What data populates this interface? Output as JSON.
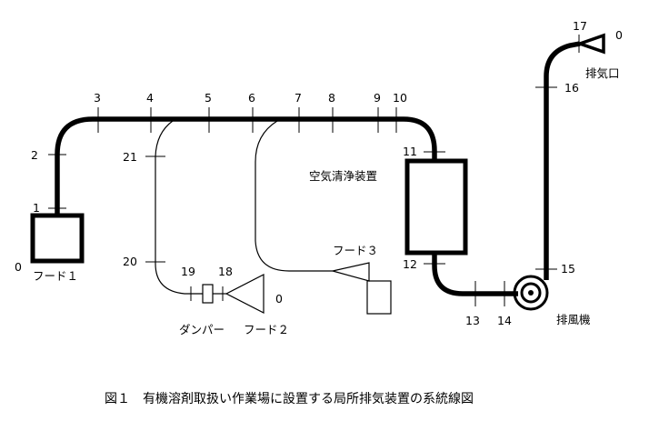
{
  "nodes": {
    "n0_hood1": "0",
    "n1": "1",
    "n2": "2",
    "n3": "3",
    "n4": "4",
    "n5": "5",
    "n6": "6",
    "n7": "7",
    "n8": "8",
    "n9": "9",
    "n10": "10",
    "n11": "11",
    "n12": "12",
    "n13": "13",
    "n14": "14",
    "n15": "15",
    "n16": "16",
    "n17": "17",
    "n0_exhaust": "0",
    "n18": "18",
    "n19": "19",
    "n20": "20",
    "n21": "21",
    "n0_hood2": "0"
  },
  "labels": {
    "hood1": "フード１",
    "hood2": "フード２",
    "hood3": "フード３",
    "damper": "ダンパー",
    "air_cleaner": "空気清浄装置",
    "fan": "排風機",
    "exhaust_outlet": "排気口"
  },
  "caption": "図１　有機溶剤取扱い作業場に設置する局所排気装置の系統線図"
}
